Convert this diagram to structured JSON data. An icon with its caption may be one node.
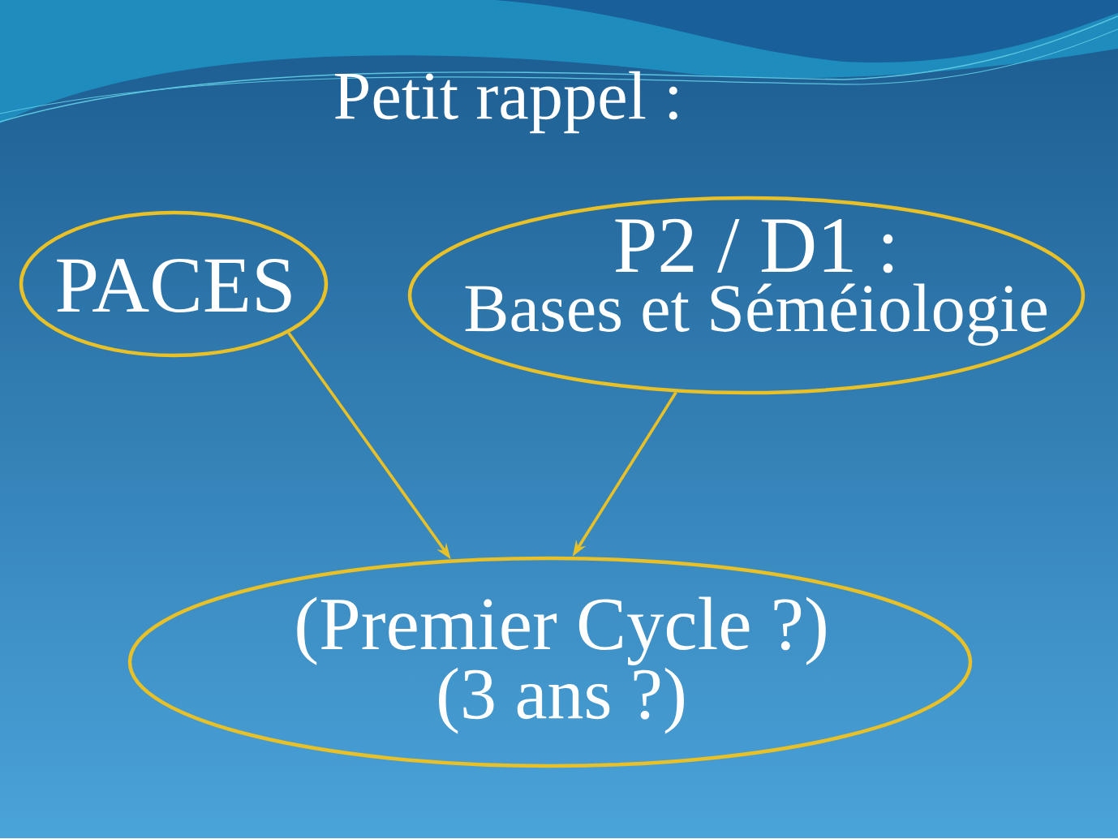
{
  "diagram": {
    "title": "Petit rappel :",
    "nodes": [
      {
        "text": [
          "PACES"
        ]
      },
      {
        "text": [
          "P2 / D1 :",
          "Bases et Séméiologie"
        ]
      },
      {
        "text": [
          "(Premier Cycle ?)",
          "(3 ans ?)"
        ]
      }
    ],
    "edges": [
      {
        "from": 0,
        "to": 2,
        "arrow": "to"
      },
      {
        "from": 1,
        "to": 2,
        "arrow": "to"
      }
    ]
  }
}
